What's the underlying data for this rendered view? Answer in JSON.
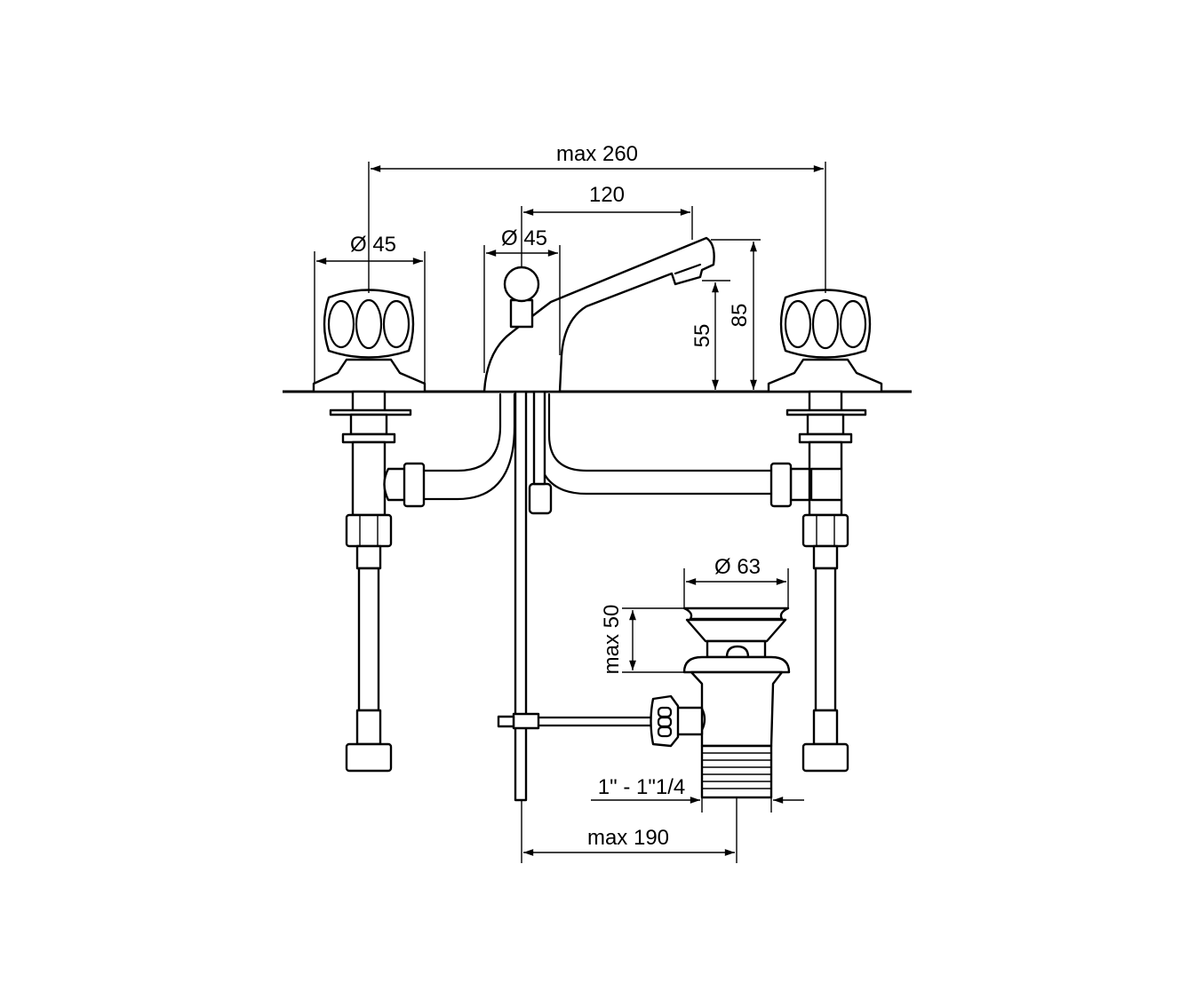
{
  "drawing": {
    "colors": {
      "line": "#000000",
      "background": "#ffffff"
    },
    "dimensions": {
      "overall_width": "max 260",
      "spout_reach": "120",
      "handle_diameter": "Ø 45",
      "lever_diameter": "Ø 45",
      "spout_height": "55",
      "total_height": "85",
      "drain_diameter": "Ø 63",
      "drain_height": "max 50",
      "drain_thread": "1\" - 1\"1/4",
      "rod_distance": "max 190"
    }
  }
}
